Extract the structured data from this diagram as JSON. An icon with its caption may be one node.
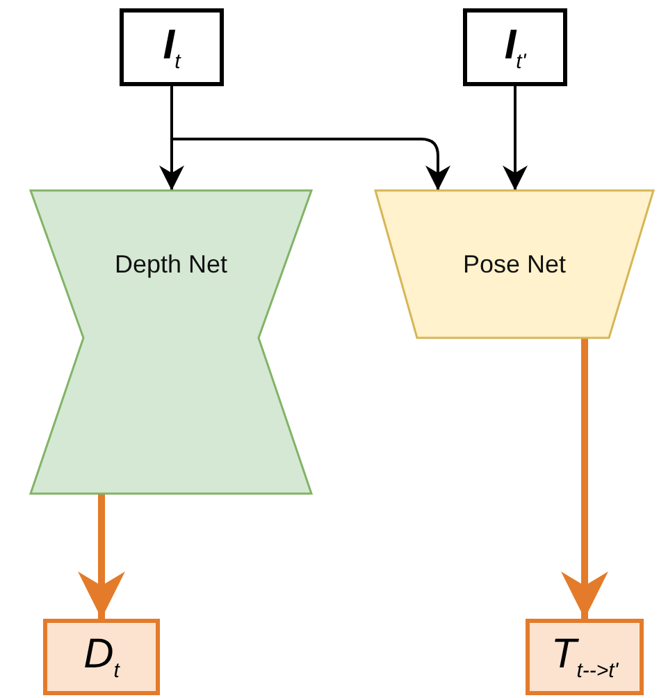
{
  "diagram": {
    "nodes": [
      {
        "text": [
          "I$_{t}$"
        ]
      },
      {
        "text": [
          "I$_{t'}$"
        ]
      },
      {
        "text": [
          "Depth Net"
        ]
      },
      {
        "text": [
          "Pose Net"
        ]
      },
      {
        "text": [
          "D$_{t}$"
        ]
      },
      {
        "text": [
          "T$_{t-->t'}$"
        ]
      }
    ],
    "edges": [
      {
        "from": 0,
        "to": 2,
        "arrow": "to"
      },
      {
        "from": 0,
        "to": 3,
        "arrow": "to"
      },
      {
        "from": 1,
        "to": 3,
        "arrow": "to"
      },
      {
        "from": 2,
        "to": 4,
        "arrow": "to",
        "style": "thick",
        "color": "#e37b2b"
      },
      {
        "from": 3,
        "to": 5,
        "arrow": "to",
        "style": "thick",
        "color": "#e37b2b"
      }
    ]
  }
}
